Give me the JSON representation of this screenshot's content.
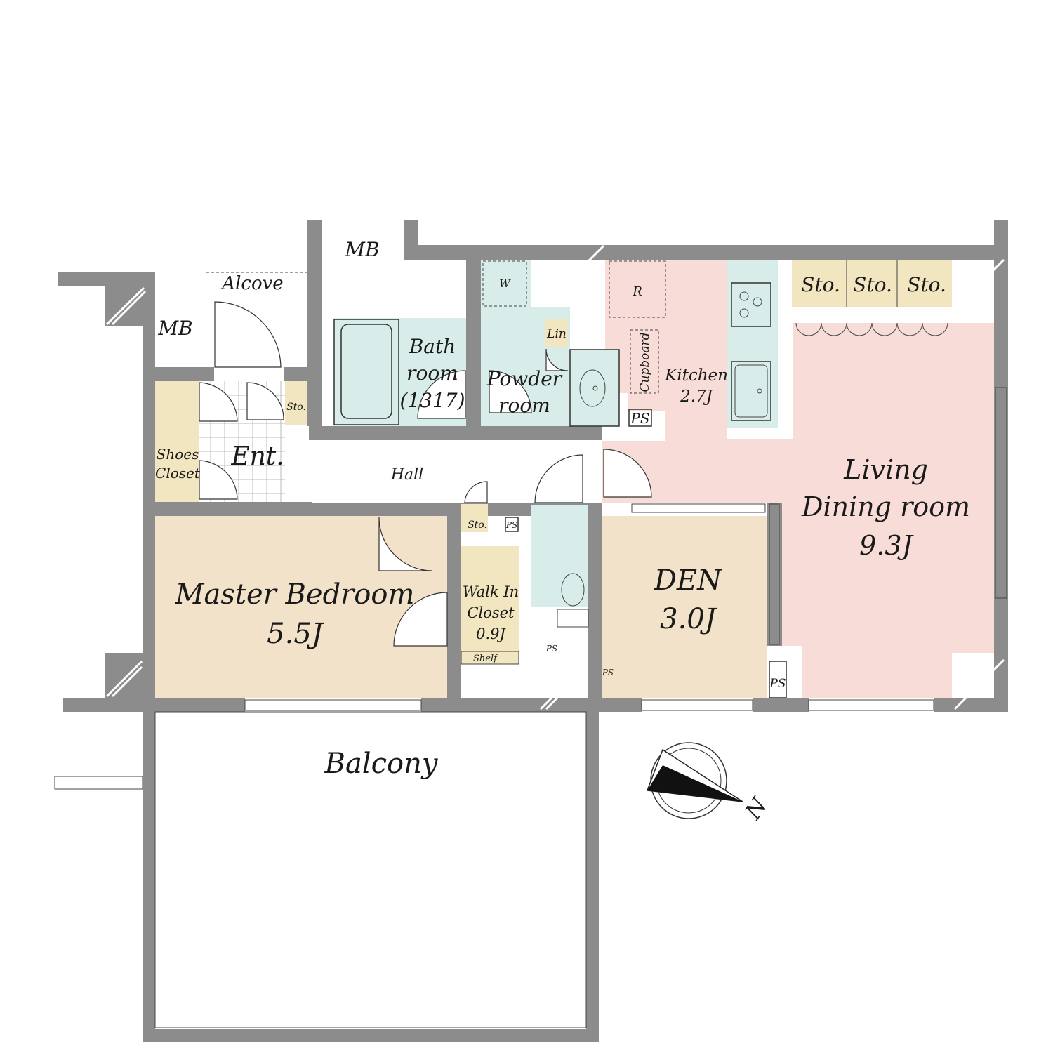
{
  "colors": {
    "bedroom": "#f2e2c9",
    "living": "#f7dcd8",
    "wet": "#d8ecea",
    "storage": "#f1e6bf",
    "wall": "#8c8c8c",
    "white": "#ffffff"
  },
  "rooms": {
    "mb_top": "MB",
    "alcove": "Alcove",
    "mb_left": "MB",
    "washer": "W",
    "fridge": "R",
    "sto1": "Sto.",
    "sto2": "Sto.",
    "sto3": "Sto.",
    "bath_line1": "Bath",
    "bath_line2": "room",
    "bath_line3": "(1317)",
    "linen": "Lin",
    "powder_line1": "Powder",
    "powder_line2": "room",
    "cupboard": "Cupboard",
    "kitchen_name": "Kitchen",
    "kitchen_size": "2.7J",
    "ps_kitchen": "PS",
    "entrance_sto": "Sto.",
    "shoes_line1": "Shoes",
    "shoes_line2": "Closet",
    "entrance": "Ent.",
    "hall": "Hall",
    "living_line1": "Living",
    "living_line2": "Dining room",
    "living_size": "9.3J",
    "hall_sto": "Sto.",
    "hall_ps": "PS",
    "master_name": "Master Bedroom",
    "master_size": "5.5J",
    "wic_line1": "Walk In",
    "wic_line2": "Closet",
    "wic_size": "0.9J",
    "shelf": "Shelf",
    "ps_small1": "PS",
    "ps_small2": "PS",
    "den_name": "DEN",
    "den_size": "3.0J",
    "ps_den": "PS",
    "balcony": "Balcony"
  },
  "compass": {
    "north_label": "N"
  }
}
